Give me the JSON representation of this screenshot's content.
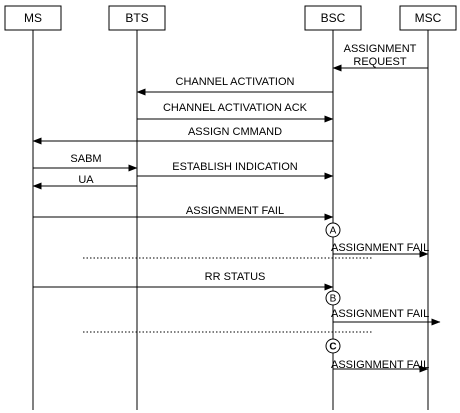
{
  "entities": [
    {
      "id": "ms",
      "label": "MS"
    },
    {
      "id": "bts",
      "label": "BTS"
    },
    {
      "id": "bsc",
      "label": "BSC"
    },
    {
      "id": "msc",
      "label": "MSC"
    }
  ],
  "messages": [
    {
      "id": "assignment-request",
      "label_lines": [
        "ASSIGNMENT",
        "REQUEST"
      ],
      "from": "msc",
      "to": "bsc",
      "style": "solid"
    },
    {
      "id": "channel-activation",
      "label_lines": [
        "CHANNEL ACTIVATION"
      ],
      "from": "bsc",
      "to": "bts",
      "style": "solid"
    },
    {
      "id": "channel-activation-ack",
      "label_lines": [
        "CHANNEL ACTIVATION ACK"
      ],
      "from": "bts",
      "to": "bsc",
      "style": "solid"
    },
    {
      "id": "assign-cmmand",
      "label_lines": [
        "ASSIGN CMMAND"
      ],
      "from": "bsc",
      "to": "ms",
      "style": "solid"
    },
    {
      "id": "sabm",
      "label_lines": [
        "SABM"
      ],
      "from": "ms",
      "to": "bts",
      "style": "solid"
    },
    {
      "id": "establish-indication",
      "label_lines": [
        "ESTABLISH INDICATION"
      ],
      "from": "bts",
      "to": "bsc",
      "style": "solid"
    },
    {
      "id": "ua",
      "label_lines": [
        "UA"
      ],
      "from": "bts",
      "to": "ms",
      "style": "solid"
    },
    {
      "id": "assignment-fail-1",
      "label_lines": [
        "ASSIGNMENT FAIL"
      ],
      "from": "ms",
      "to": "bsc",
      "style": "solid"
    },
    {
      "id": "assignment-fail-2",
      "label_lines": [
        "ASSIGNMENT FAIL"
      ],
      "from": "bsc",
      "to": "msc",
      "style": "solid"
    },
    {
      "id": "dotted-1",
      "label_lines": [],
      "from": "ms",
      "to": "bsc",
      "style": "dotted"
    },
    {
      "id": "rr-status",
      "label_lines": [
        "RR STATUS"
      ],
      "from": "ms",
      "to": "bsc",
      "style": "solid"
    },
    {
      "id": "assignment-fail-3",
      "label_lines": [
        "ASSIGNMENT FAIL"
      ],
      "from": "bsc",
      "to": "msc",
      "style": "solid"
    },
    {
      "id": "dotted-2",
      "label_lines": [],
      "from": "ms",
      "to": "bsc",
      "style": "dotted"
    },
    {
      "id": "assignment-fail-4",
      "label_lines": [
        "ASSIGNMENT FAIL"
      ],
      "from": "bsc",
      "to": "msc",
      "style": "solid"
    }
  ],
  "markers": [
    {
      "id": "marker-a",
      "label": "A",
      "bold": false
    },
    {
      "id": "marker-b",
      "label": "B",
      "bold": false
    },
    {
      "id": "marker-c",
      "label": "C",
      "bold": true
    }
  ]
}
